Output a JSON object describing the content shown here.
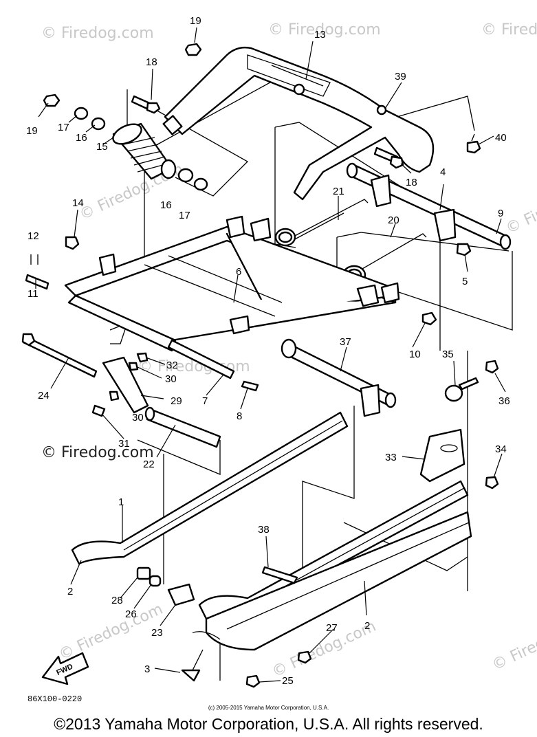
{
  "watermark_text": "© Firedog.com",
  "diagram": {
    "callouts": [
      "1",
      "2",
      "3",
      "4",
      "5",
      "6",
      "7",
      "8",
      "9",
      "10",
      "11",
      "12",
      "13",
      "14",
      "15",
      "16",
      "17",
      "18",
      "19",
      "20",
      "21",
      "22",
      "23",
      "24",
      "25",
      "26",
      "27",
      "28",
      "29",
      "30",
      "31",
      "32",
      "33",
      "34",
      "35",
      "36",
      "37",
      "38",
      "39",
      "40"
    ],
    "fwd_label": "FWD",
    "code": "86X100-0220",
    "credit": "(c) 2005-2015 Yamaha Motor Corporation, U.S.A."
  },
  "footer": {
    "copyright": "©2013 Yamaha Motor Corporation, U.S.A. All rights reserved."
  }
}
